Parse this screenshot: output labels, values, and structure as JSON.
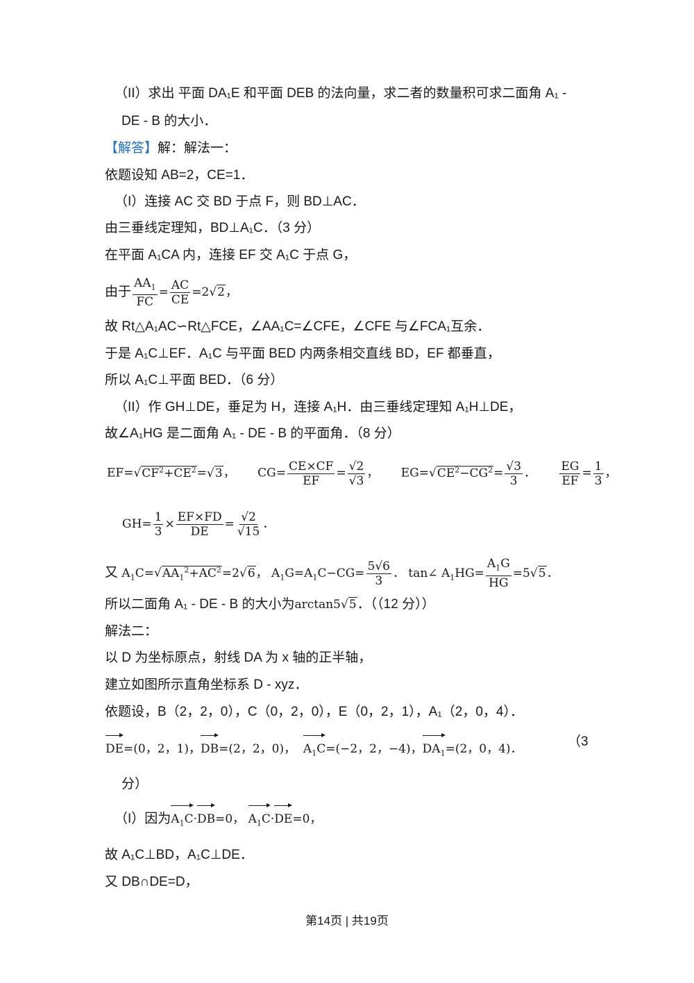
{
  "lines": {
    "l1": "（II）求出 平面 DA₁E 和平面 DEB 的法向量，求二者的数量积可求二面角 A₁ -",
    "l2": "DE - B 的大小．",
    "l3_label": "【解答】",
    "l3_rest": "解：解法一：",
    "l4": "依题设知 AB=2，CE=1．",
    "l5": "（I）连接 AC 交 BD 于点 F，则 BD⊥AC．",
    "l6": "由三垂线定理知，BD⊥A₁C．（3 分）",
    "l7": "在平面 A₁CA 内，连接 EF 交 A₁C 于点 G，",
    "l8_pre": "由于",
    "l9": "故 Rt△A₁AC∽Rt△FCE，∠AA₁C=∠CFE，∠CFE 与∠FCA₁互余．",
    "l10": "于是 A₁C⊥EF．A₁C 与平面 BED 内两条相交直线 BD，EF 都垂直，",
    "l11": "所以 A₁C⊥平面 BED．（6 分）",
    "l12": "（II）作 GH⊥DE，垂足为 H，连接 A₁H．由三垂线定理知 A₁H⊥DE，",
    "l13": "故∠A₁HG 是二面角 A₁ - DE - B 的平面角．（8 分）",
    "l16_pre": "所以二面角 A₁ - DE - B 的大小为",
    "l16_post": "．（（12 分））",
    "l17": "解法二：",
    "l18": "以 D 为坐标原点，射线 DA 为 x 轴的正半轴，",
    "l19": "建立如图所示直角坐标系 D - xyz．",
    "l20": "依题设，B（2，2，0），C（0，2，0），E（0，2，1），A₁（2，0，4）．",
    "l21_tail": "（3",
    "l22": "分）",
    "l23_pre": "（I）因为",
    "l24": "故 A₁C⊥BD，A₁C⊥DE．",
    "l25": "又 DB∩DE=D，"
  },
  "footer": "第14页 | 共19页"
}
